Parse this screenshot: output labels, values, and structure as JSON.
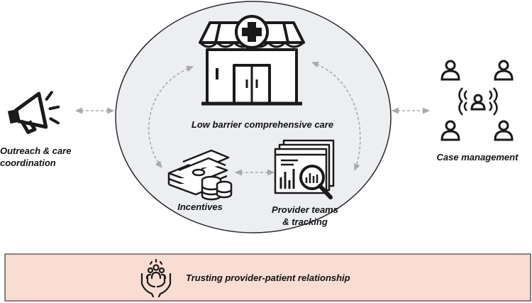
{
  "colors": {
    "circle_fill": "#eceef1",
    "circle_stroke": "#2b2b2b",
    "bar_fill": "#f9dcd2",
    "bar_stroke": "#3a3a3a",
    "arrow": "#aaaaaa",
    "icon": "#1a1a1a"
  },
  "nodes": {
    "outreach": {
      "line1": "Outreach & care",
      "line2": "coordination",
      "icon": "megaphone-icon"
    },
    "clinic": {
      "label": "Low barrier comprehensive care",
      "icon": "clinic-building-icon"
    },
    "case_management": {
      "label": "Case management",
      "icon": "people-network-icon"
    },
    "incentives": {
      "label": "Incentives",
      "icon": "money-stack-icon"
    },
    "provider": {
      "line1": "Provider teams",
      "line2": "& tracking",
      "icon": "analytics-magnifier-icon"
    }
  },
  "foundation": {
    "label": "Trusting provider-patient relationship",
    "icon": "hands-people-icon"
  }
}
